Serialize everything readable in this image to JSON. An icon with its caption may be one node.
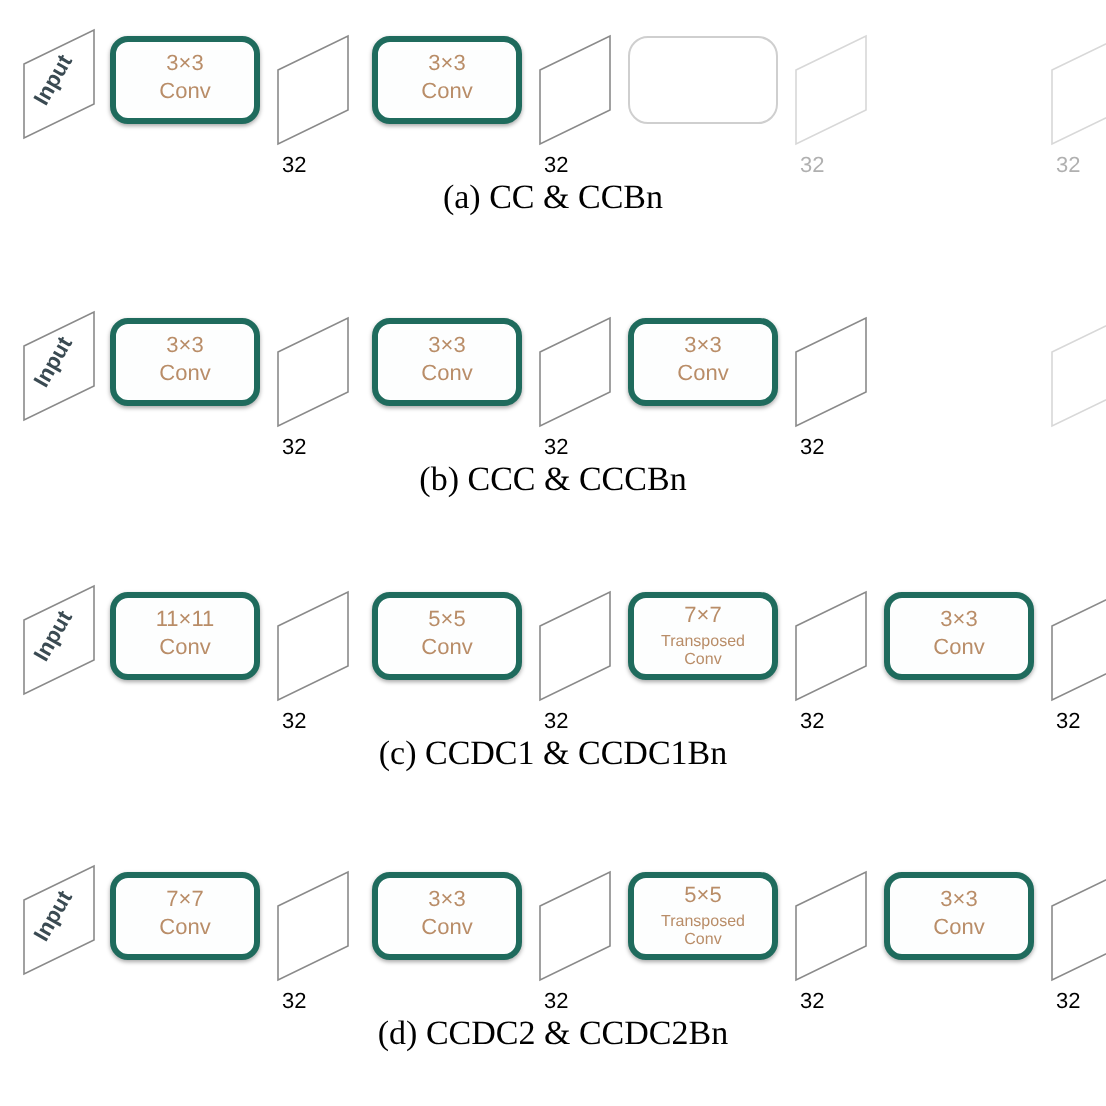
{
  "diagram": {
    "nodes": [
      {
        "text": [
          "Input"
        ]
      },
      {
        "text": [
          "3×3",
          "Conv"
        ]
      },
      {
        "text": [],
        "shape": "parallelogram",
        "beside": [
          "32"
        ]
      },
      {
        "text": [
          "3×3",
          "Conv"
        ]
      },
      {
        "text": [],
        "shape": "parallelogram",
        "beside": [
          "32"
        ]
      },
      {
        "text": [],
        "shape": "box"
      },
      {
        "text": [],
        "shape": "parallelogram",
        "beside": [
          "32"
        ]
      },
      {
        "text": [],
        "shape": "parallelogram",
        "beside": [
          "32"
        ]
      },
      {
        "text": [
          "Input"
        ]
      },
      {
        "text": [
          "3×3",
          "Conv"
        ]
      },
      {
        "text": [],
        "shape": "parallelogram",
        "beside": [
          "32"
        ]
      },
      {
        "text": [
          "3×3",
          "Conv"
        ]
      },
      {
        "text": [],
        "shape": "parallelogram",
        "beside": [
          "32"
        ]
      },
      {
        "text": [
          "3×3",
          "Conv"
        ]
      },
      {
        "text": [],
        "shape": "parallelogram",
        "beside": [
          "32"
        ]
      },
      {
        "text": [],
        "shape": "parallelogram"
      },
      {
        "text": [
          "Input"
        ]
      },
      {
        "text": [
          "11×11",
          "Conv"
        ]
      },
      {
        "text": [],
        "shape": "parallelogram",
        "beside": [
          "32"
        ]
      },
      {
        "text": [
          "5×5",
          "Conv"
        ]
      },
      {
        "text": [],
        "shape": "parallelogram",
        "beside": [
          "32"
        ]
      },
      {
        "text": [
          "7×7",
          "Transposed Conv"
        ]
      },
      {
        "text": [],
        "shape": "parallelogram",
        "beside": [
          "32"
        ]
      },
      {
        "text": [
          "3×3",
          "Conv"
        ]
      },
      {
        "text": [],
        "shape": "parallelogram",
        "beside": [
          "32"
        ]
      },
      {
        "text": [
          "Input"
        ]
      },
      {
        "text": [
          "7×7",
          "Conv"
        ]
      },
      {
        "text": [],
        "shape": "parallelogram",
        "beside": [
          "32"
        ]
      },
      {
        "text": [
          "3×3",
          "Conv"
        ]
      },
      {
        "text": [],
        "shape": "parallelogram",
        "beside": [
          "32"
        ]
      },
      {
        "text": [
          "5×5",
          "Transposed Conv"
        ]
      },
      {
        "text": [],
        "shape": "parallelogram",
        "beside": [
          "32"
        ]
      },
      {
        "text": [
          "3×3",
          "Conv"
        ]
      },
      {
        "text": [],
        "shape": "parallelogram",
        "beside": [
          "32"
        ]
      }
    ],
    "labels": [
      "(a) CC & CCBn",
      "(b) CCC & CCCBn",
      "(c) CCDC1 & CCDC1Bn",
      "(d) CCDC2 & CCDC2Bn"
    ]
  }
}
